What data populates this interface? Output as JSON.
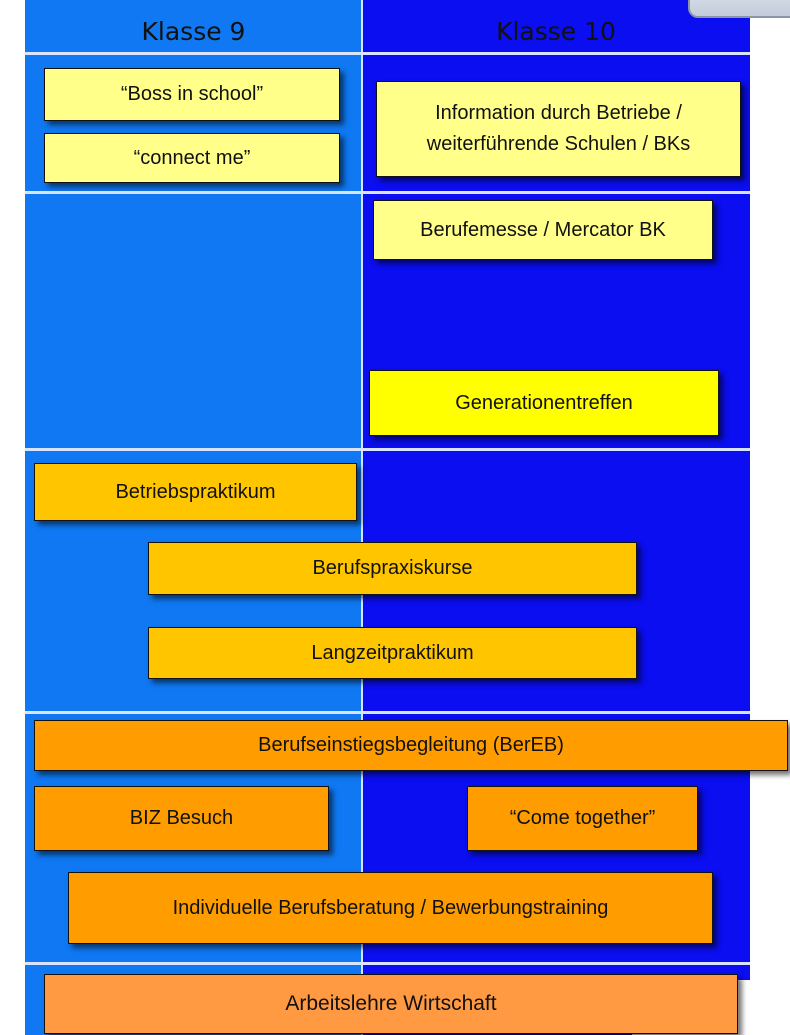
{
  "headers": {
    "col9": "Klasse 9",
    "col10": "Klasse 10"
  },
  "boxes": {
    "boss_in_school": "“Boss in school”",
    "connect_me": "“connect me”",
    "information": "Information durch Betriebe / weiterführende Schulen / BKs",
    "berufemesse": "Berufemesse / Mercator BK",
    "generationentreffen": "Generationentreffen",
    "betriebspraktikum": "Betriebspraktikum",
    "berufspraxiskurse": "Berufspraxiskurse",
    "langzeitpraktikum": "Langzeitpraktikum",
    "berufseinstieg": "Berufseinstiegsbegleitung (BerEB)",
    "biz_besuch": "BIZ Besuch",
    "come_together": "“Come together”",
    "berufsberatung": "Individuelle Berufsberatung / Bewerbungstraining",
    "arbeitslehre": "Arbeitslehre Wirtschaft"
  },
  "colors": {
    "klasse9": "#0f78f2",
    "klasse10": "#0a0ef0",
    "light_yellow": "#ffff8a",
    "yellow": "#ffff00",
    "gold": "#ffc600",
    "orange": "#ff9c00"
  }
}
